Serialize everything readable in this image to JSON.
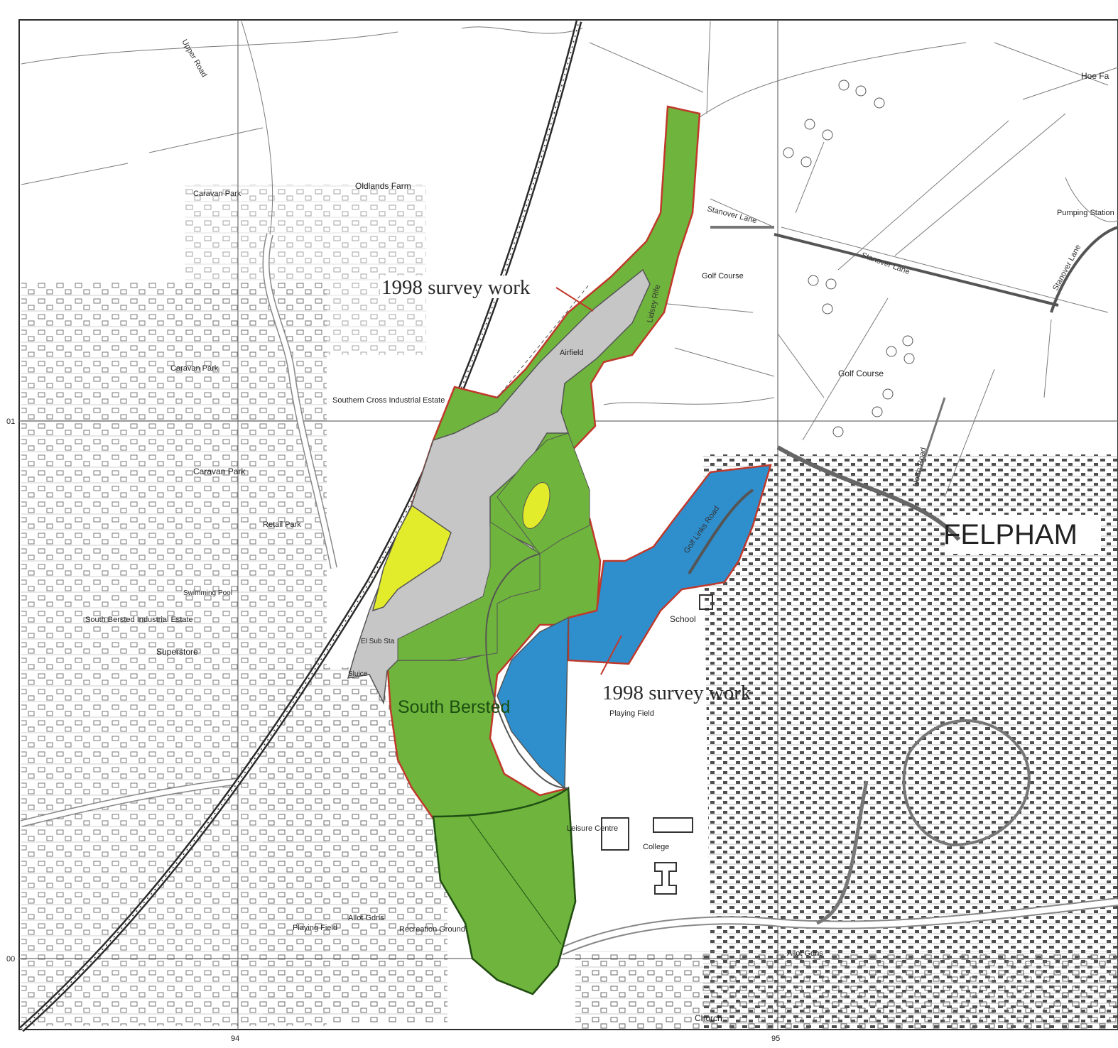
{
  "map": {
    "grid": {
      "x_labels": [
        "94",
        "95"
      ],
      "y_labels": [
        "01",
        "00"
      ]
    },
    "survey_labels": [
      "1998 survey work",
      "1998 survey work"
    ],
    "place_names": {
      "felpham": "FELPHAM",
      "south_bersted": "South Bersted"
    },
    "feature_labels": {
      "oldlands_farm": "Oldlands Farm",
      "caravan_park_1": "Caravan Park",
      "caravan_park_2": "Caravan Park",
      "caravan_park_3": "Caravan Park",
      "southern_cross": "Southern Cross Industrial Estate",
      "retail_park": "Retail Park",
      "swimming_pool": "Swimming Pool",
      "south_bersted_ind": "South Bersted Industrial Estate",
      "superstore": "Superstore",
      "airfield": "Airfield",
      "golf_course_1": "Golf Course",
      "golf_course_2": "Golf Course",
      "pumping_station": "Pumping Station",
      "school": "School",
      "playing_field_1": "Playing Field",
      "playing_field_2": "Playing Field",
      "leisure_centre": "Leisure Centre",
      "college": "College",
      "recreation_ground": "Recreation Ground",
      "allot_gdns_1": "Allot Gdns",
      "allot_gdns_2": "Allot Gdns",
      "church": "Church",
      "el_sub_sta": "El Sub Sta",
      "sluice": "Sluice",
      "hoe_farm": "Hoe Fa"
    },
    "road_labels": {
      "stanover_lane_1": "Stanover Lane",
      "stanover_lane_2": "Stanover Lane",
      "stanover_lane_3": "Stanover Lane",
      "north_road": "North Road",
      "golf_links_road": "Golf Links Road",
      "lidsey_rife": "Lidsey Rife",
      "upper_road": "Upper Road"
    },
    "colors": {
      "green": "#6fb43c",
      "grey": "#c6c6c6",
      "yellow": "#e3ec2a",
      "blue": "#2f8fcd",
      "boundary_red": "#c0392b"
    }
  }
}
